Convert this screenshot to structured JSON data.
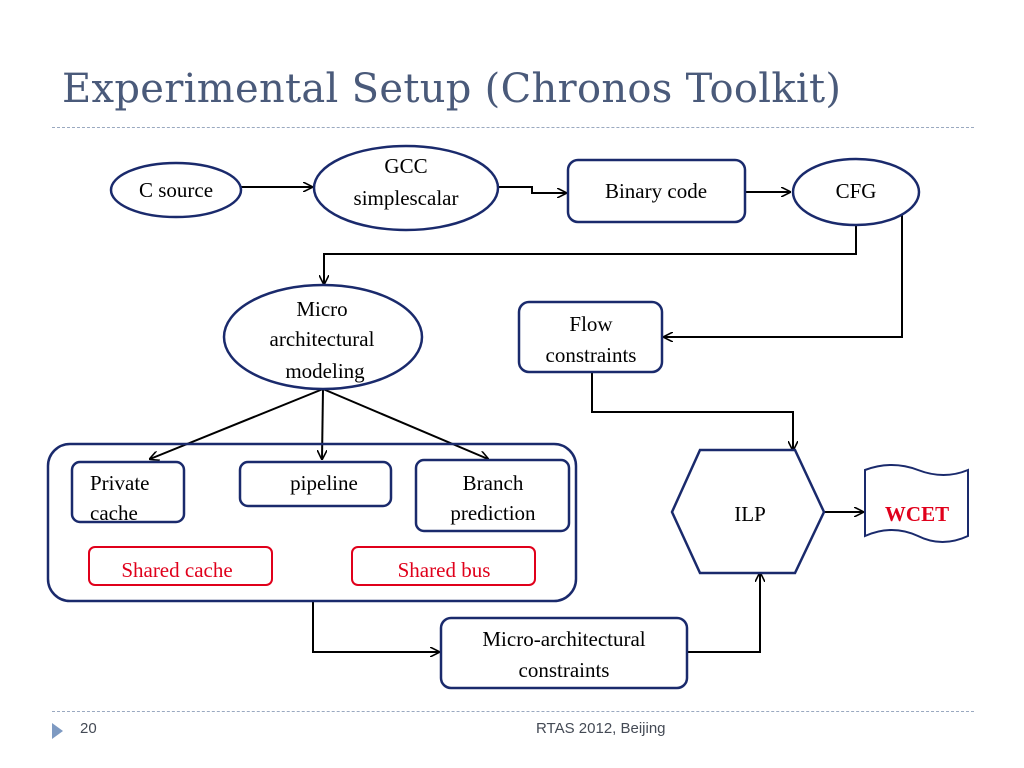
{
  "slide": {
    "title": "Experimental Setup (Chronos Toolkit)",
    "page_number": "20",
    "footer": "RTAS 2012, Beijing"
  },
  "diagram": {
    "nodes": {
      "c_source": "C source",
      "gcc_line1": "GCC",
      "gcc_line2": "simplescalar",
      "binary_code": "Binary code",
      "cfg": "CFG",
      "micro_line1": "Micro",
      "micro_line2": "architectural",
      "micro_line3": "modeling",
      "flow_line1": "Flow",
      "flow_line2": "constraints",
      "private_line1": "Private",
      "private_line2": "cache",
      "pipeline": "pipeline",
      "branch_line1": "Branch",
      "branch_line2": "prediction",
      "shared_cache": "Shared cache",
      "shared_bus": "Shared bus",
      "ilp": "ILP",
      "wcet": "WCET",
      "mac_line1": "Micro-architectural",
      "mac_line2": "constraints"
    },
    "colors": {
      "stroke": "#1a2a6c",
      "highlight": "#e0001b",
      "arrow": "#000000"
    }
  }
}
